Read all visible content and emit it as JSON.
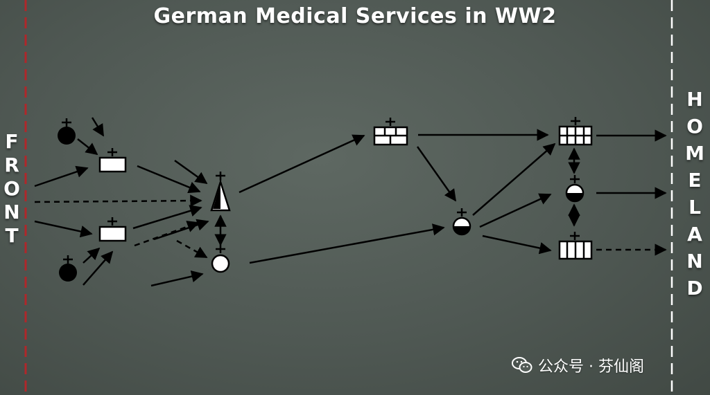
{
  "title": "German Medical Services in WW2",
  "left_label": "FRONT",
  "right_label": "HOMELAND",
  "watermark": "公众号 · 芬仙阁",
  "colors": {
    "background": "#535c57",
    "front_line": "#b0272a",
    "homeland_line": "#ffffff",
    "arrow": "#000000",
    "symbol_fill": "#ffffff"
  },
  "icons": [
    "wounded-collection-point-icon",
    "aid-station-icon",
    "main-dressing-station-icon",
    "field-hospital-icon",
    "casualty-clearing-icon",
    "hospital-train-icon",
    "reserve-hospital-icon",
    "transit-station-icon",
    "ambulance-train-icon",
    "wechat-icon"
  ]
}
